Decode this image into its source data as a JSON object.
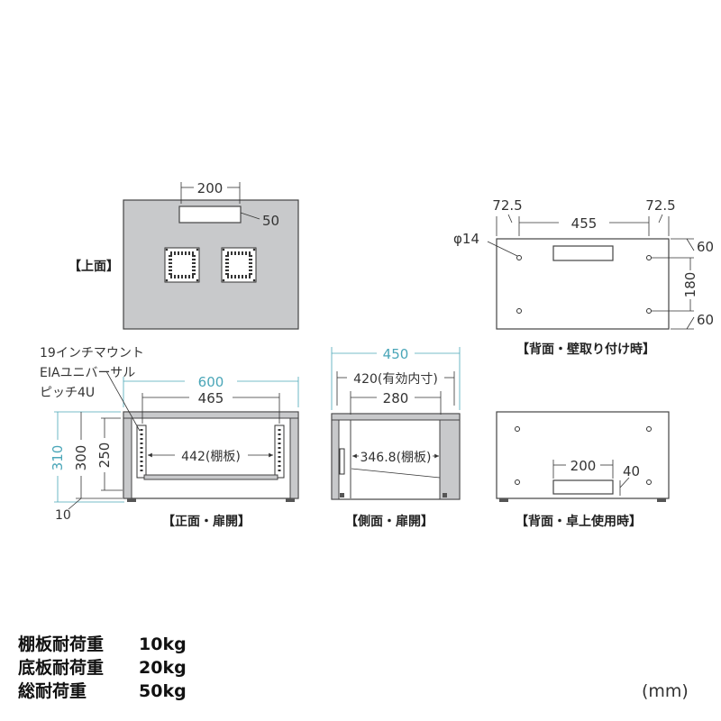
{
  "views": {
    "top": {
      "caption": "【上面】",
      "dims": {
        "slot_width": "200",
        "slot_height": "50"
      }
    },
    "back_wall": {
      "caption": "【背面・壁取り付け時】",
      "dims": {
        "left_margin": "72.5",
        "right_margin": "72.5",
        "hole_spacing": "455",
        "hole_dia": "φ14",
        "top_offset": "60",
        "vertical_spacing": "180",
        "bottom_offset": "60"
      }
    },
    "front": {
      "caption": "【正面・扉開】",
      "note_lines": [
        "19インチマウント",
        "EIAユニバーサル",
        "ピッチ4U"
      ],
      "dims": {
        "width": "600",
        "inner_width": "465",
        "shelf": "442(棚板)",
        "total_height": "310",
        "body_height": "300",
        "inner_height": "250",
        "foot": "10"
      }
    },
    "side": {
      "caption": "【側面・扉開】",
      "dims": {
        "depth": "450",
        "effective": "420(有効内寸)",
        "inner": "280",
        "shelf": "346.8(棚板)"
      }
    },
    "back_desk": {
      "caption": "【背面・卓上使用時】",
      "dims": {
        "slot_width": "200",
        "slot_offset": "40"
      }
    }
  },
  "specs": [
    {
      "label": "棚板耐荷重",
      "value": "10kg"
    },
    {
      "label": "底板耐荷重",
      "value": "20kg"
    },
    {
      "label": "総耐荷重",
      "value": "50kg"
    }
  ],
  "unit": "(mm)"
}
